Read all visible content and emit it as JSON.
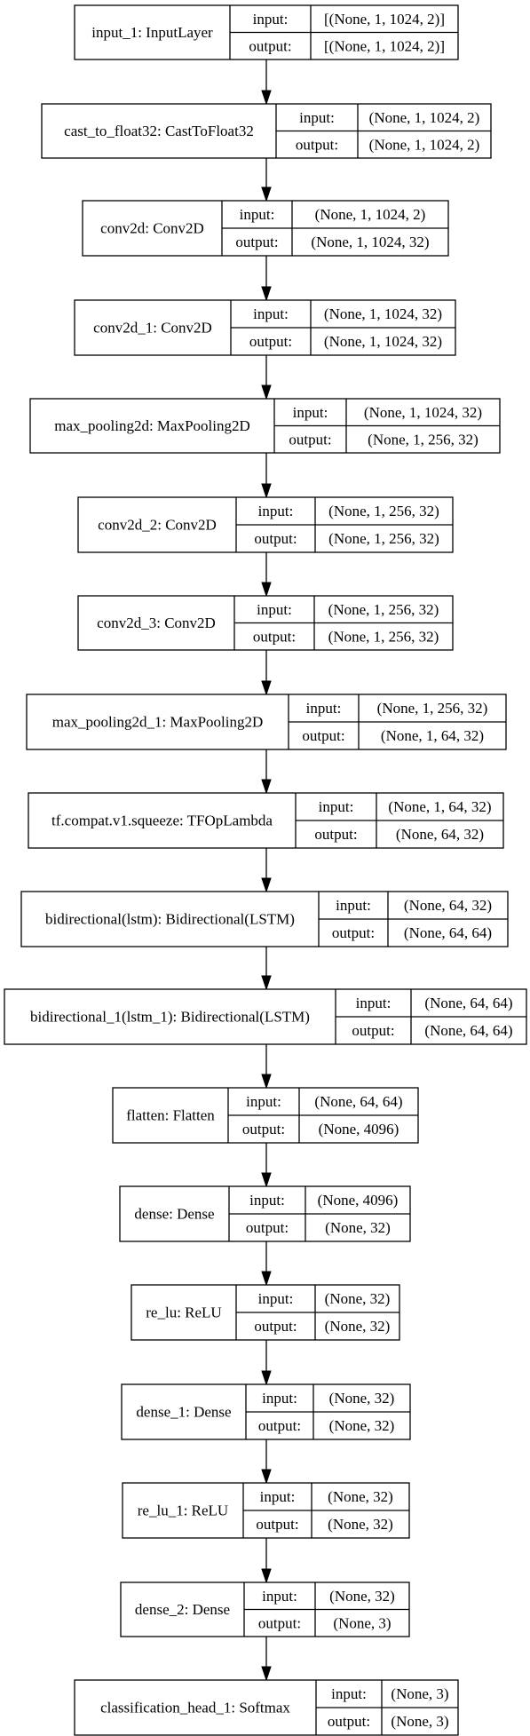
{
  "labels": {
    "input": "input:",
    "output": "output:"
  },
  "layers": [
    {
      "name": "input_1: InputLayer",
      "input": "[(None, 1, 1024, 2)]",
      "output": "[(None, 1, 1024, 2)]"
    },
    {
      "name": "cast_to_float32: CastToFloat32",
      "input": "(None, 1, 1024, 2)",
      "output": "(None, 1, 1024, 2)"
    },
    {
      "name": "conv2d: Conv2D",
      "input": "(None, 1, 1024, 2)",
      "output": "(None, 1, 1024, 32)"
    },
    {
      "name": "conv2d_1: Conv2D",
      "input": "(None, 1, 1024, 32)",
      "output": "(None, 1, 1024, 32)"
    },
    {
      "name": "max_pooling2d: MaxPooling2D",
      "input": "(None, 1, 1024, 32)",
      "output": "(None, 1, 256, 32)"
    },
    {
      "name": "conv2d_2: Conv2D",
      "input": "(None, 1, 256, 32)",
      "output": "(None, 1, 256, 32)"
    },
    {
      "name": "conv2d_3: Conv2D",
      "input": "(None, 1, 256, 32)",
      "output": "(None, 1, 256, 32)"
    },
    {
      "name": "max_pooling2d_1: MaxPooling2D",
      "input": "(None, 1, 256, 32)",
      "output": "(None, 1, 64, 32)"
    },
    {
      "name": "tf.compat.v1.squeeze: TFOpLambda",
      "input": "(None, 1, 64, 32)",
      "output": "(None, 64, 32)"
    },
    {
      "name": "bidirectional(lstm): Bidirectional(LSTM)",
      "input": "(None, 64, 32)",
      "output": "(None, 64, 64)"
    },
    {
      "name": "bidirectional_1(lstm_1): Bidirectional(LSTM)",
      "input": "(None, 64, 64)",
      "output": "(None, 64, 64)"
    },
    {
      "name": "flatten: Flatten",
      "input": "(None, 64, 64)",
      "output": "(None, 4096)"
    },
    {
      "name": "dense: Dense",
      "input": "(None, 4096)",
      "output": "(None, 32)"
    },
    {
      "name": "re_lu: ReLU",
      "input": "(None, 32)",
      "output": "(None, 32)"
    },
    {
      "name": "dense_1: Dense",
      "input": "(None, 32)",
      "output": "(None, 32)"
    },
    {
      "name": "re_lu_1: ReLU",
      "input": "(None, 32)",
      "output": "(None, 32)"
    },
    {
      "name": "dense_2: Dense",
      "input": "(None, 32)",
      "output": "(None, 3)"
    },
    {
      "name": "classification_head_1: Softmax",
      "input": "(None, 3)",
      "output": "(None, 3)"
    }
  ]
}
